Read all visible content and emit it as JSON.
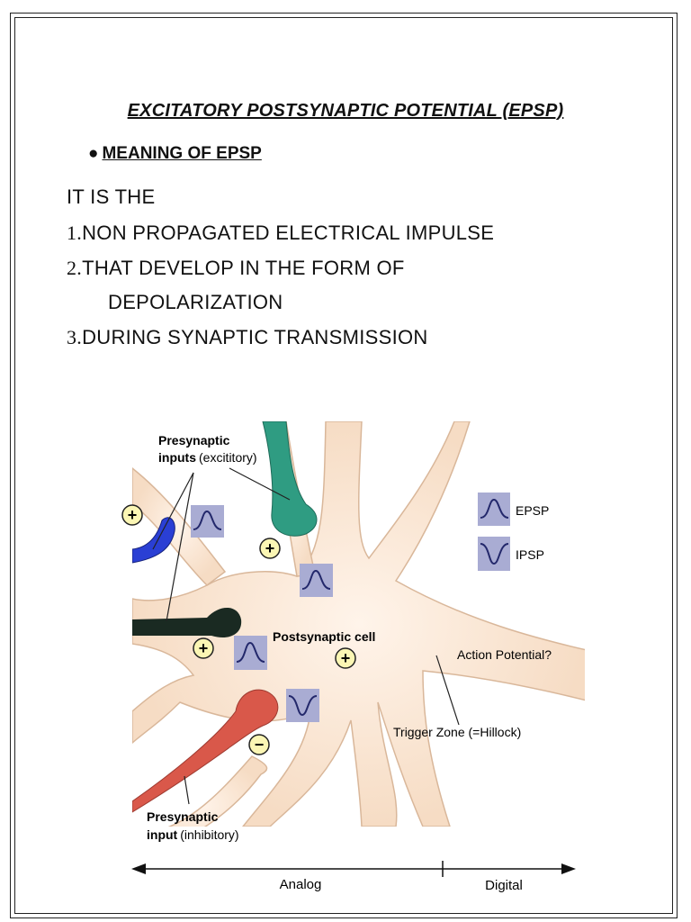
{
  "document": {
    "title": "EXCITATORY POSTSYNAPTIC POTENTIAL (EPSP)",
    "section": {
      "bullet": "●",
      "heading": "MEANING OF EPSP"
    },
    "intro": "IT IS THE",
    "points": [
      {
        "number": "1.",
        "text": "NON PROPAGATED ELECTRICAL IMPULSE"
      },
      {
        "number": "2.",
        "text": "THAT DEVELOP IN THE FORM OF"
      },
      {
        "number": "",
        "text": "DEPOLARIZATION"
      },
      {
        "number": "3.",
        "text": "DURING SYNAPTIC TRANSMISSION"
      }
    ]
  },
  "figure": {
    "labels": {
      "presyn_excit_line1": "Presynaptic",
      "presyn_excit_line2a": "inputs",
      "presyn_excit_line2b": "(excititory)",
      "postsynaptic_cell": "Postsynaptic cell",
      "action_potential": "Action Potential?",
      "trigger_zone": "Trigger Zone (=Hillock)",
      "presyn_inhib_line1": "Presynaptic",
      "presyn_inhib_line2a": "input",
      "presyn_inhib_line2b": "(inhibitory)",
      "legend_epsp": "EPSP",
      "legend_ipsp": "IPSP",
      "axis_analog": "Analog",
      "axis_digital": "Digital"
    },
    "signs": {
      "plus": "+",
      "minus": "−"
    },
    "colors": {
      "cell": "#f6dcc4",
      "cell_edge": "#d9b79a",
      "excitatory_blue": "#2a3fd4",
      "excitatory_green": "#2f9c82",
      "excitatory_black": "#1a2a22",
      "inhibitory_red": "#d9584a",
      "wave_box": "#a9acd3",
      "sign_circle": "#fbf6b4"
    }
  }
}
